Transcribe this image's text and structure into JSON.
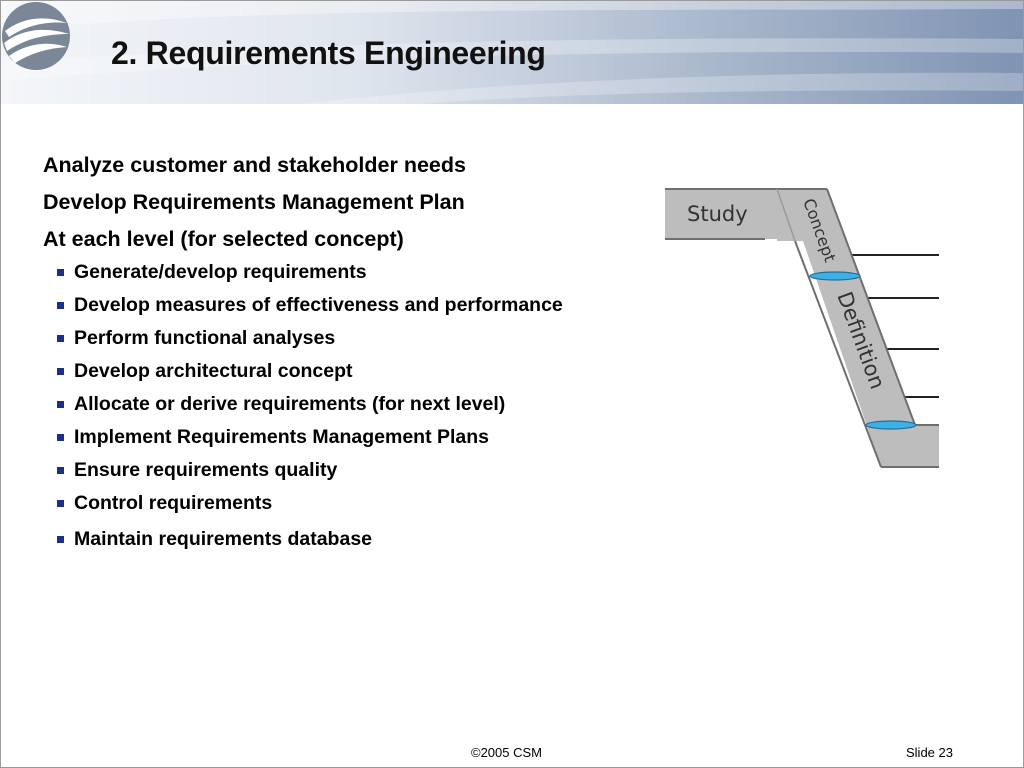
{
  "slide": {
    "title": "2. Requirements Engineering",
    "top_items": [
      "Analyze customer and stakeholder needs",
      "Develop Requirements Management Plan",
      "At each level (for selected concept)"
    ],
    "sub_items": [
      "Generate/develop requirements",
      "Develop measures of effectiveness and performance",
      "Perform functional analyses",
      "Develop architectural concept",
      "Allocate or derive requirements (for next level)",
      "Implement Requirements Management Plans",
      "Ensure requirements quality",
      "Control requirements",
      "Maintain requirements database"
    ]
  },
  "diagram": {
    "study_label": "Study",
    "concept_label": "Concept",
    "definition_label": "Definition",
    "colors": {
      "band": "#bdbdbd",
      "band_edge": "#6f6f6f",
      "marker": "#3fb0e6"
    }
  },
  "footer": {
    "copyright": "©2005 CSM",
    "slide_number": "Slide 23"
  },
  "icons": {
    "logo": "wave-logo-icon",
    "bullet": "square-bullet-icon"
  }
}
